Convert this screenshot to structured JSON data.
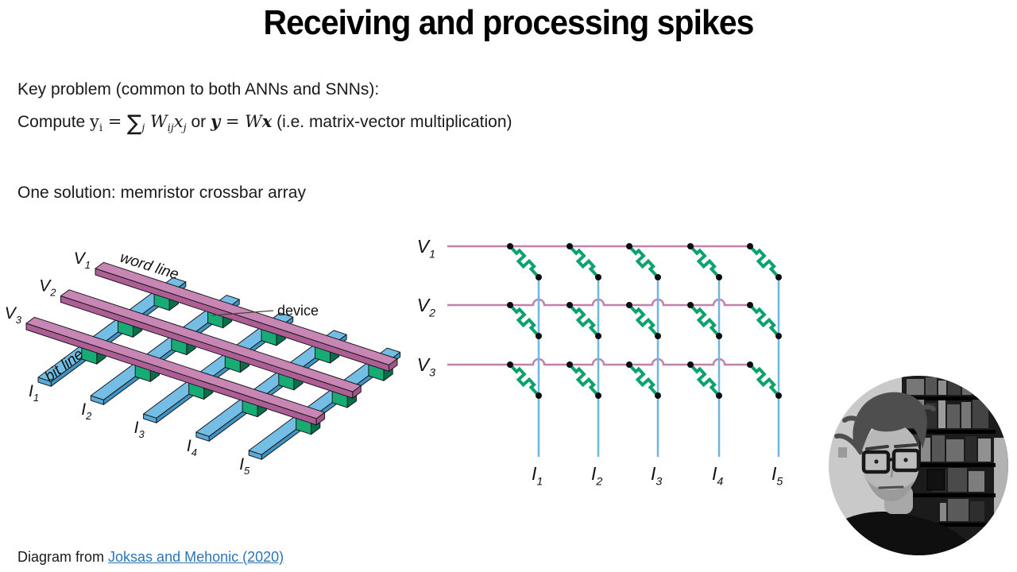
{
  "slide": {
    "title": "Receiving and processing spikes",
    "key_problem": "Key problem (common to both ANNs and SNNs):",
    "solution": "One solution: memristor crossbar array",
    "caption_prefix": "Diagram from ",
    "caption_link": "Joksas and Mehonic (2020)"
  },
  "formula": {
    "parts": [
      {
        "text": "Compute ",
        "cls": "m-plain"
      },
      {
        "text": "y",
        "cls": "m-rm"
      },
      {
        "text": "i",
        "cls": "m-rm m-sub"
      },
      {
        "text": " = ",
        "cls": "m-rm"
      },
      {
        "text": "∑",
        "cls": "m-sum"
      },
      {
        "text": "j",
        "cls": "m-it m-sub"
      },
      {
        "text": " ",
        "cls": "m-rm"
      },
      {
        "text": "W",
        "cls": "m-it"
      },
      {
        "text": "ij",
        "cls": "m-it m-sub"
      },
      {
        "text": "x",
        "cls": "m-it"
      },
      {
        "text": "j",
        "cls": "m-it m-sub"
      },
      {
        "text": " or ",
        "cls": "m-plain"
      },
      {
        "text": "y",
        "cls": "m-bi"
      },
      {
        "text": " = ",
        "cls": "m-rm"
      },
      {
        "text": "W",
        "cls": "m-it"
      },
      {
        "text": "x",
        "cls": "m-bi"
      },
      {
        "text": " (i.e. matrix-vector multiplication)",
        "cls": "m-plain"
      }
    ]
  },
  "colors": {
    "pink_top": "#c886b4",
    "pink_front": "#ad5f95",
    "pink_end": "#a05589",
    "blue_top": "#74bee6",
    "blue_side": "#3f93c5",
    "blue_tip": "#5aabdc",
    "green_front": "#17ab76",
    "green_top": "#0d9465",
    "green_side": "#066f4c",
    "outline": "#1a1a1a",
    "schem_pink": "#c180ae",
    "schem_blue": "#6fb7e0",
    "schem_green": "#0ba26b",
    "dot": "#0d0d0d",
    "link_blue": "#2E75B6"
  },
  "left_diagram": {
    "word_line_labels": [
      {
        "base": "V",
        "sub": "1"
      },
      {
        "base": "V",
        "sub": "2"
      },
      {
        "base": "V",
        "sub": "3"
      }
    ],
    "bit_line_labels": [
      {
        "base": "I",
        "sub": "1"
      },
      {
        "base": "I",
        "sub": "2"
      },
      {
        "base": "I",
        "sub": "3"
      },
      {
        "base": "I",
        "sub": "4"
      },
      {
        "base": "I",
        "sub": "5"
      }
    ],
    "word_line_text": "word line",
    "bit_line_text": "bit line",
    "device_text": "device"
  },
  "right_diagram": {
    "row_labels": [
      {
        "base": "V",
        "sub": "1"
      },
      {
        "base": "V",
        "sub": "2"
      },
      {
        "base": "V",
        "sub": "3"
      }
    ],
    "col_labels": [
      {
        "base": "I",
        "sub": "1"
      },
      {
        "base": "I",
        "sub": "2"
      },
      {
        "base": "I",
        "sub": "3"
      },
      {
        "base": "I",
        "sub": "4"
      },
      {
        "base": "I",
        "sub": "5"
      }
    ]
  }
}
